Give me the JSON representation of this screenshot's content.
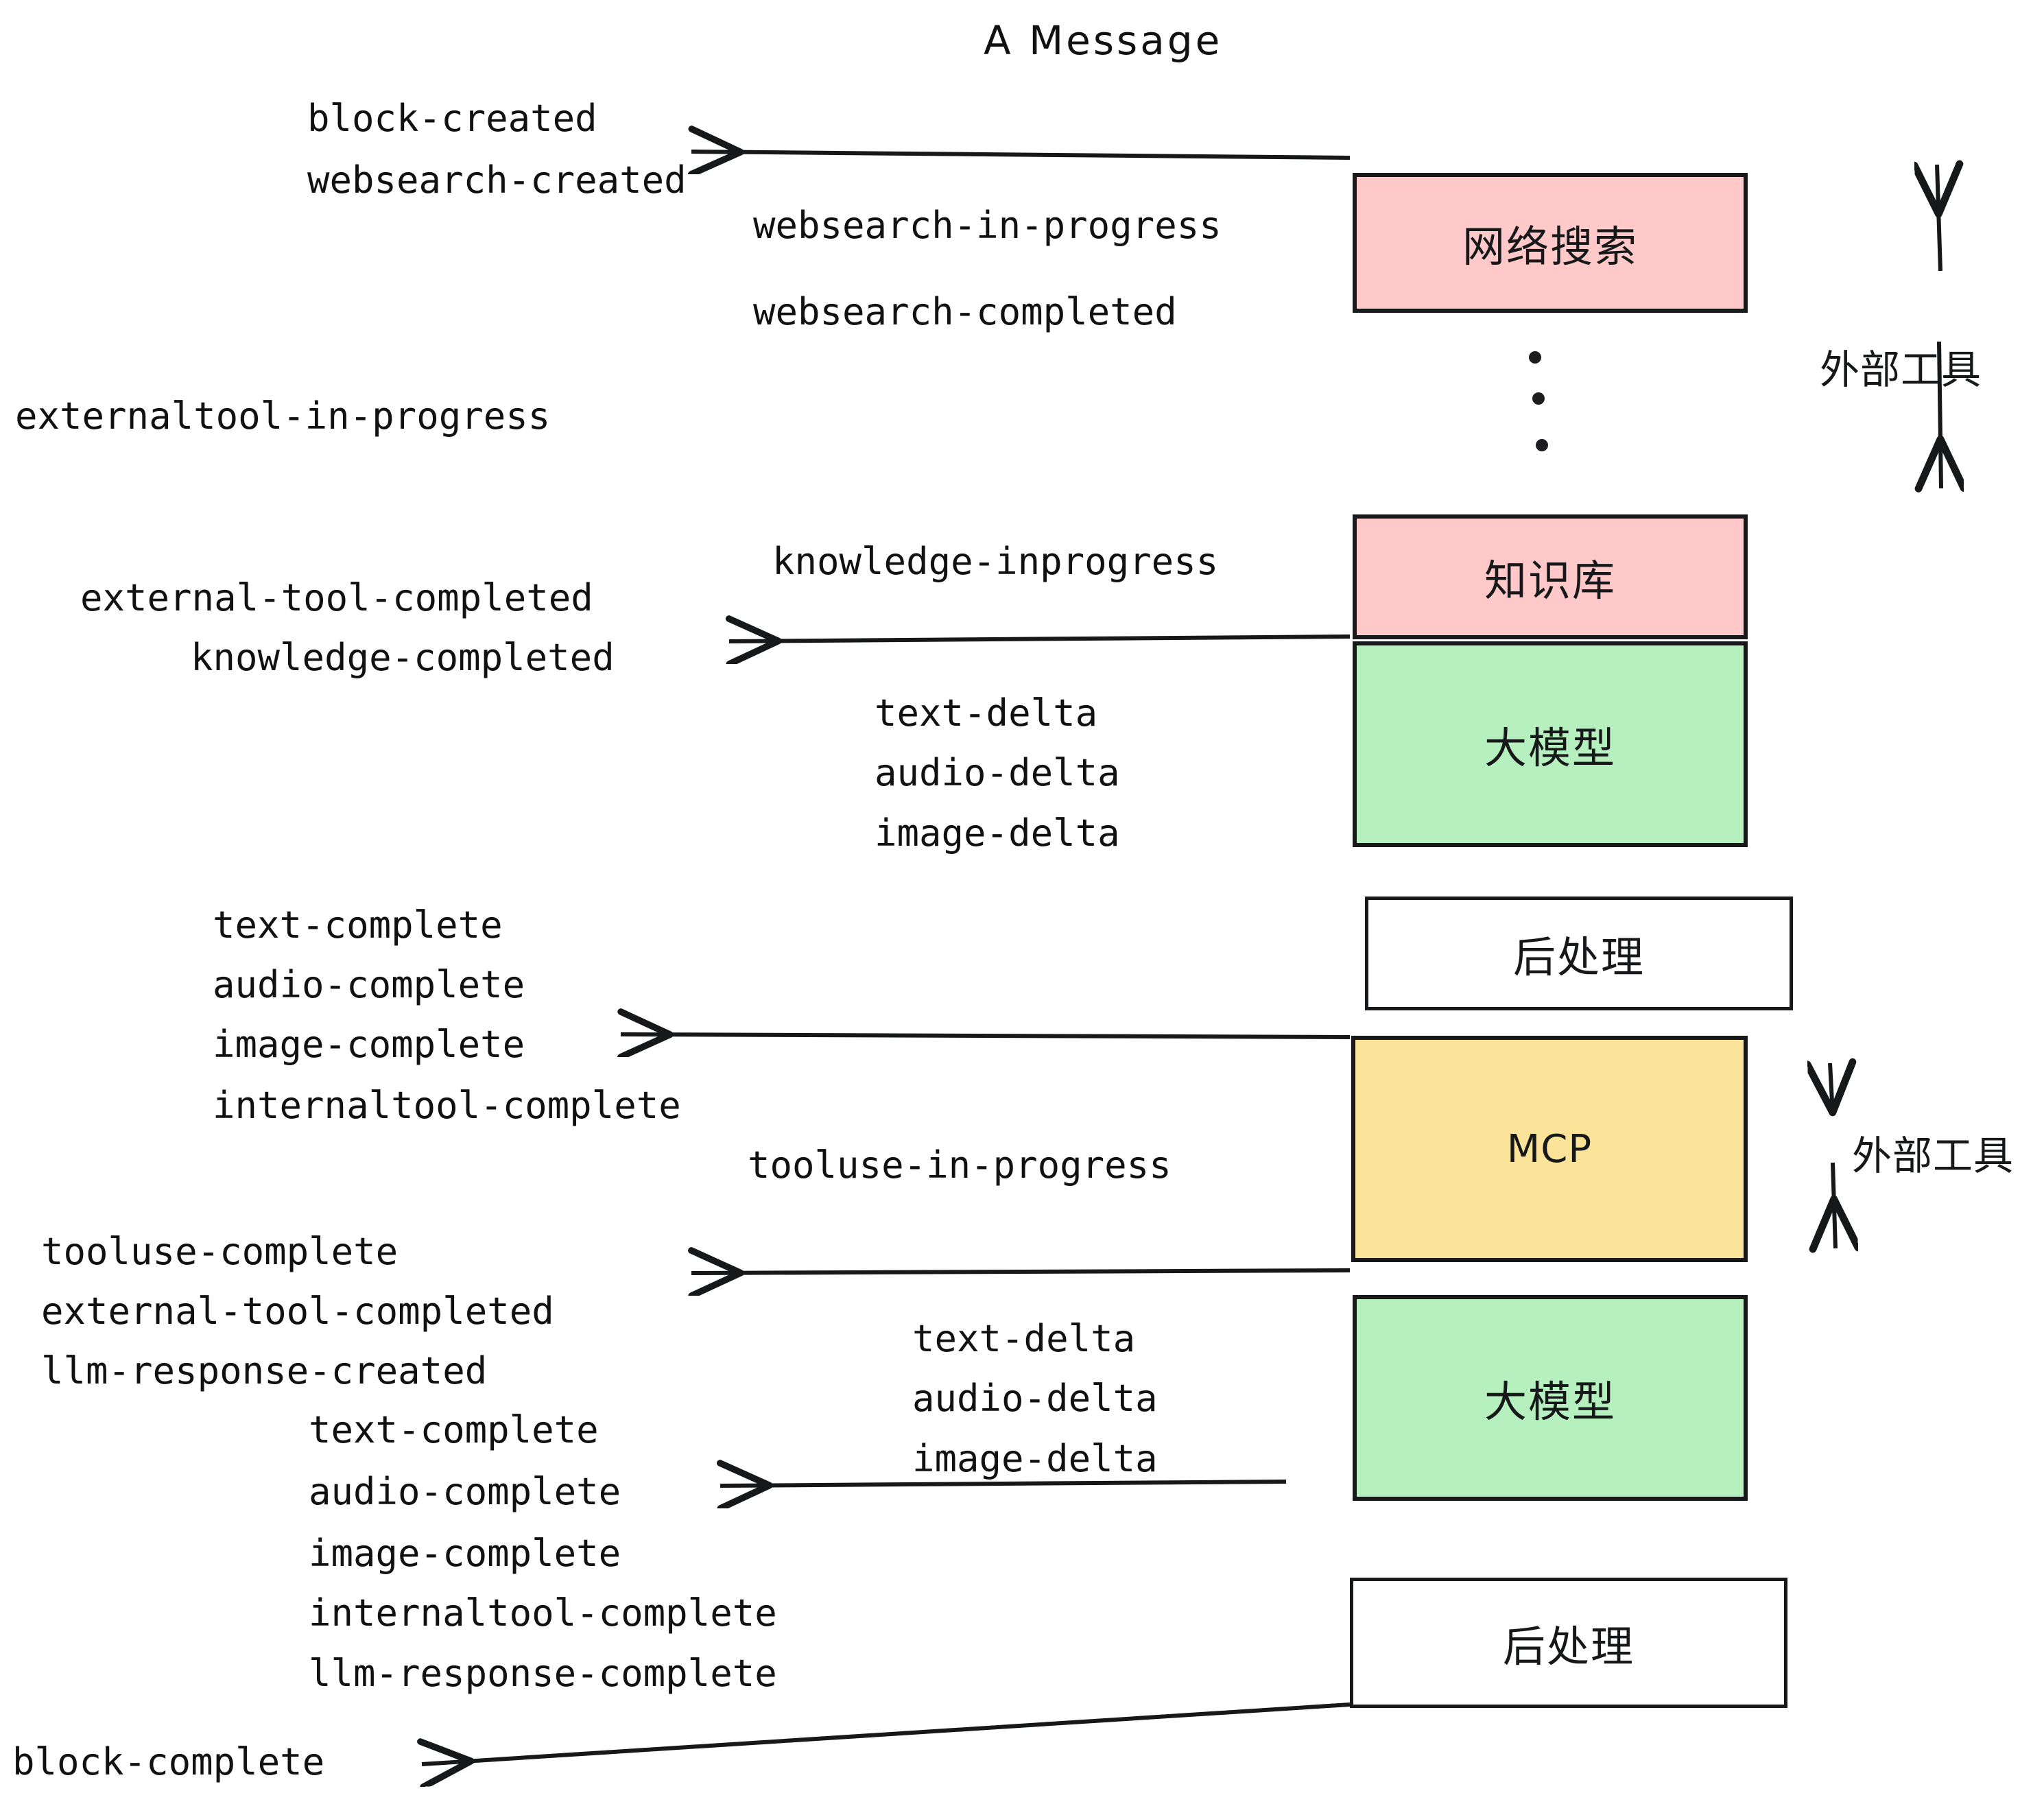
{
  "diagram": {
    "title": "A Message",
    "colors": {
      "pink": "#FFC9C9",
      "green": "#B6F0BE",
      "yellow": "#FBE49A",
      "white": "#FFFFFF",
      "stroke": "#17181A",
      "text": "#111111"
    },
    "nodes": [
      {
        "id": "websearch",
        "label": "网络搜索",
        "fill": "pink"
      },
      {
        "id": "knowledge",
        "label": "知识库",
        "fill": "pink"
      },
      {
        "id": "llm_top",
        "label": "大模型",
        "fill": "green"
      },
      {
        "id": "post_top",
        "label": "后处理",
        "fill": "white"
      },
      {
        "id": "mcp",
        "label": "MCP",
        "fill": "yellow"
      },
      {
        "id": "llm_bottom",
        "label": "大模型",
        "fill": "green"
      },
      {
        "id": "post_bottom",
        "label": "后处理",
        "fill": "white"
      }
    ],
    "side_labels": [
      {
        "id": "external-tools-top",
        "label": "外部工具"
      },
      {
        "id": "external-tools-bottom",
        "label": "外部工具"
      }
    ],
    "events": {
      "block_created": "block-created",
      "websearch_created": "websearch-created",
      "websearch_in_progress": "websearch-in-progress",
      "websearch_completed": "websearch-completed",
      "externaltool_in_progress": "externaltool-in-progress",
      "knowledge_inprogress": "knowledge-inprogress",
      "external_tool_completed_1": "external-tool-completed",
      "knowledge_completed": "knowledge-completed",
      "text_delta_1": "text-delta",
      "audio_delta_1": "audio-delta",
      "image_delta_1": "image-delta",
      "text_complete_1": "text-complete",
      "audio_complete_1": "audio-complete",
      "image_complete_1": "image-complete",
      "internaltool_complete_1": "internaltool-complete",
      "tooluse_in_progress": "tooluse-in-progress",
      "tooluse_complete": "tooluse-complete",
      "external_tool_completed_2": "external-tool-completed",
      "llm_response_created": "llm-response-created",
      "text_delta_2": "text-delta",
      "audio_delta_2": "audio-delta",
      "image_delta_2": "image-delta",
      "text_complete_2": "text-complete",
      "audio_complete_2": "audio-complete",
      "image_complete_2": "image-complete",
      "internaltool_complete_2": "internaltool-complete",
      "llm_response_complete": "llm-response-complete",
      "block_complete": "block-complete"
    }
  }
}
